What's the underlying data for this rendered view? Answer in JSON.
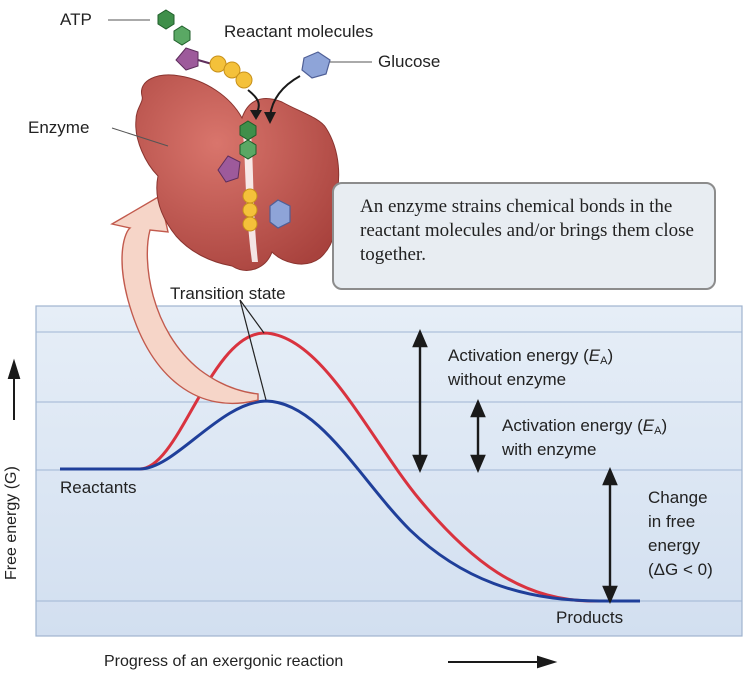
{
  "labels": {
    "atp": "ATP",
    "reactant_molecules": "Reactant molecules",
    "glucose": "Glucose",
    "enzyme": "Enzyme",
    "callout_text": "An enzyme strains chemical bonds in the reactant molecules and/or brings them close together.",
    "transition_state": "Transition state",
    "activation_without_prefix": "Activation energy (",
    "activation_without_E": "E",
    "activation_without_sub": "A",
    "activation_without_suffix": ")",
    "activation_without_line2": "without enzyme",
    "activation_with_prefix": "Activation energy (",
    "activation_with_E": "E",
    "activation_with_sub": "A",
    "activation_with_suffix": ")",
    "activation_with_line2": "with enzyme",
    "change_line1": "Change",
    "change_line2": "in free",
    "change_line3": "energy",
    "change_line4": "(ΔG < 0)",
    "reactants": "Reactants",
    "products": "Products",
    "y_axis": "Free energy (G)",
    "x_axis": "Progress of an exergonic reaction"
  },
  "colors": {
    "without_enzyme_curve": "#d9333f",
    "with_enzyme_curve": "#1f3f9a",
    "enzyme_body": "#c2564f",
    "panel_background": "#dfe8f3",
    "atp_hexagon": "#3f8f4a",
    "atp_pentagon": "#9d5a9b",
    "phosphate": "#f4c13a",
    "glucose": "#8ea4d8",
    "arrow_fill": "#f6d5c8"
  }
}
